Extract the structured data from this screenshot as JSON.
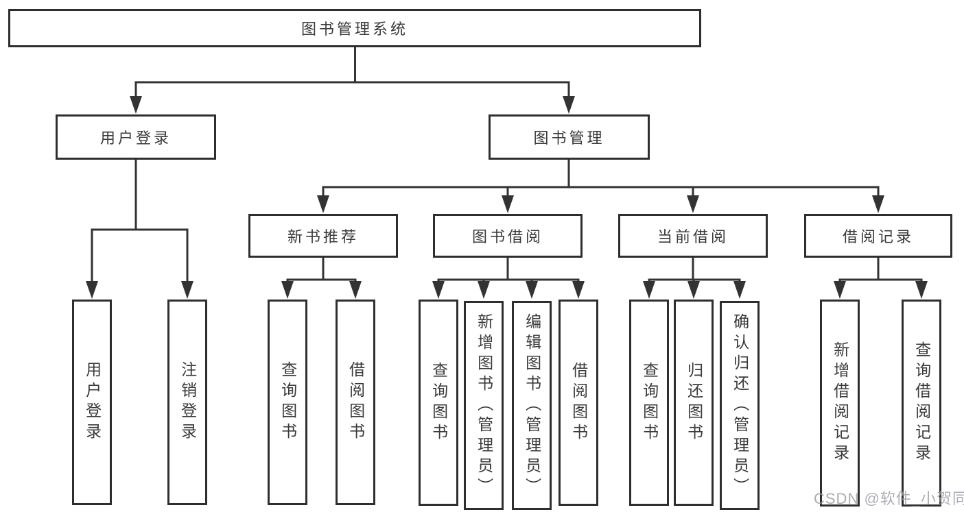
{
  "tree": {
    "root": {
      "label": "图书管理系统"
    },
    "level2": [
      {
        "label": "用户登录"
      },
      {
        "label": "图书管理"
      }
    ],
    "level3": [
      {
        "label": "新书推荐"
      },
      {
        "label": "图书借阅"
      },
      {
        "label": "当前借阅"
      },
      {
        "label": "借阅记录"
      }
    ],
    "leaves": {
      "user": [
        {
          "label": "用户登录"
        },
        {
          "label": "注销登录"
        }
      ],
      "newbook": [
        {
          "label": "查询图书"
        },
        {
          "label": "借阅图书"
        }
      ],
      "borrow": [
        {
          "label": "查询图书"
        },
        {
          "label": "新增图书（管理员）"
        },
        {
          "label": "编辑图书（管理员）"
        },
        {
          "label": "借阅图书"
        }
      ],
      "current": [
        {
          "label": "查询图书"
        },
        {
          "label": "归还图书"
        },
        {
          "label": "确认归还（管理员）"
        }
      ],
      "record": [
        {
          "label": "新增借阅记录"
        },
        {
          "label": "查询借阅记录"
        }
      ]
    }
  },
  "watermark": {
    "text": "CSDN @软件_小贺同学"
  },
  "colors": {
    "line": "#333333",
    "border": "#2e2e2e",
    "text": "#3a3a3a",
    "watermark": "#9ca1a7",
    "background": "#ffffff"
  }
}
